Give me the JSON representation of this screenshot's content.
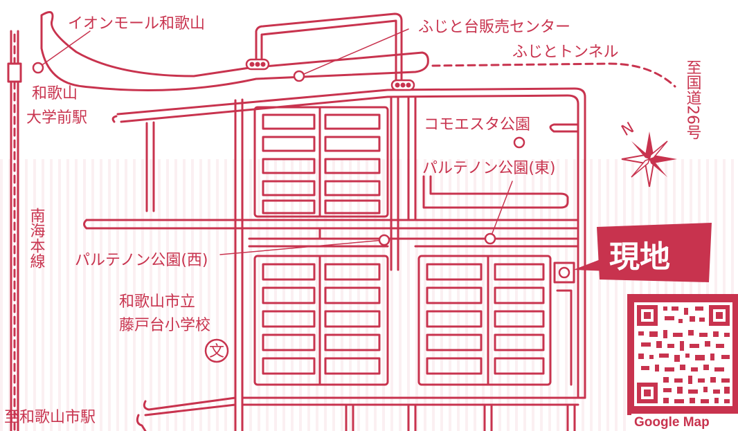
{
  "map": {
    "accent_color": "#c8334e",
    "labels": {
      "aeon_mall": "イオンモール和歌山",
      "station_line1": "和歌山",
      "station_line2": "大学前駅",
      "fujito_center": "ふじと台販売センター",
      "fujito_tunnel": "ふじとトンネル",
      "route26": "至国道26号",
      "nankai_line": "南海本線",
      "comoesta_park": "コモエスタ公園",
      "parthenon_east": "パルテノン公園(東)",
      "parthenon_west": "パルテノン公園(西)",
      "school_line1": "和歌山市立",
      "school_line2": "藤戸台小学校",
      "school_symbol": "文",
      "to_wakayamashi": "至和歌山市駅",
      "current_location": "現地",
      "north": "N",
      "google_map": "Google Map"
    },
    "icons": {
      "compass": "compass-rose-icon",
      "poi": "poi-marker-icon",
      "traffic_light": "traffic-light-icon",
      "school": "school-symbol-icon",
      "qr": "qr-code-icon"
    }
  }
}
